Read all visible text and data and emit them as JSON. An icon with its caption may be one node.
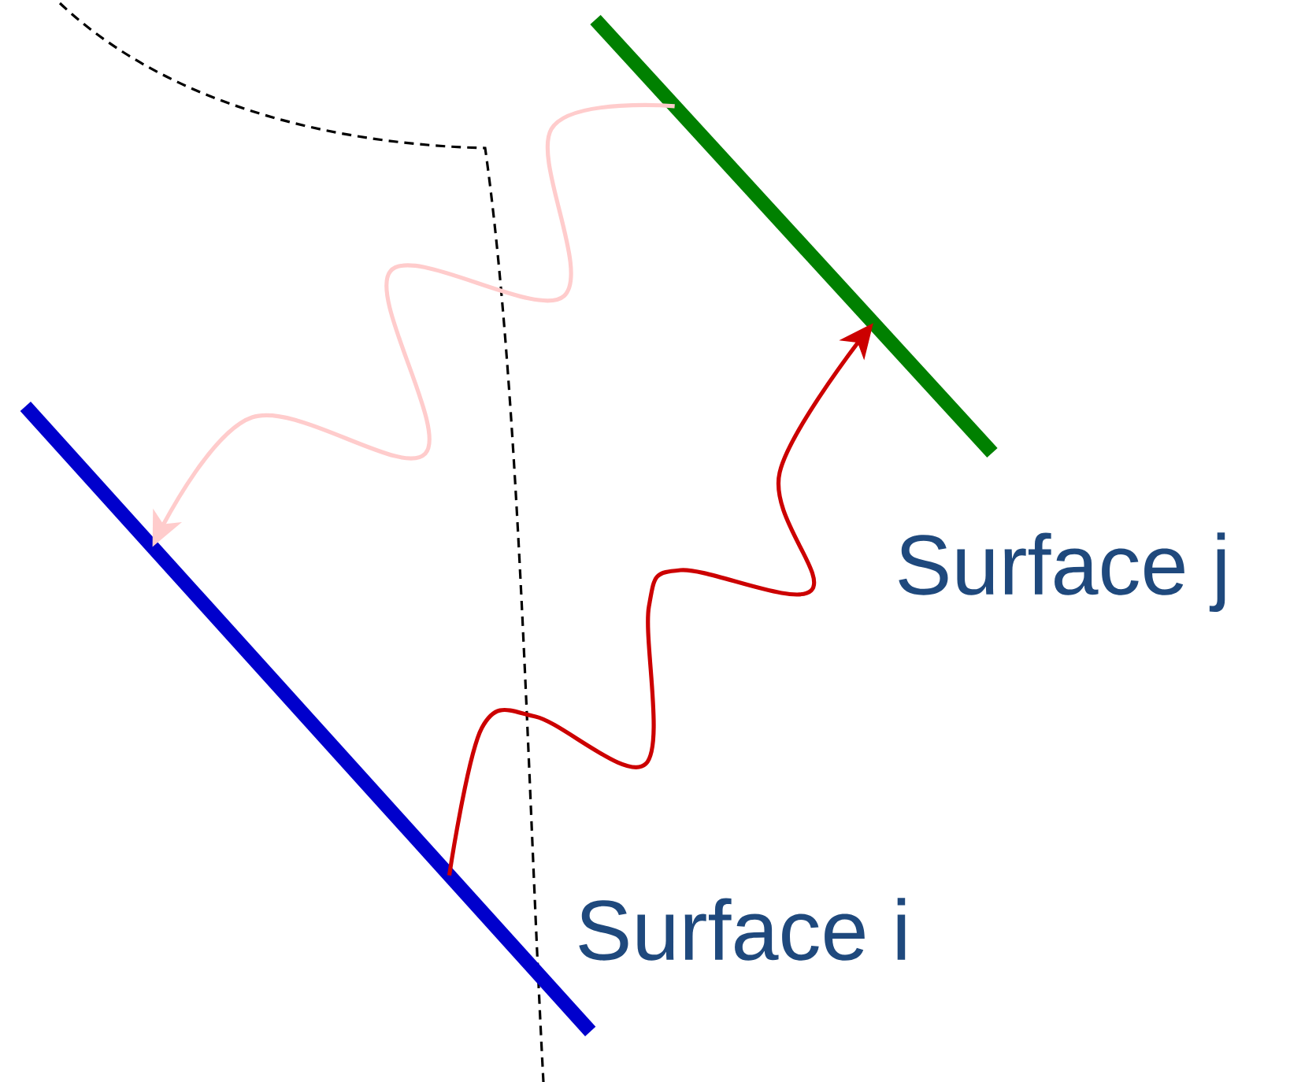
{
  "diagram": {
    "nodes": [
      {
        "text": [],
        "shape": "bar",
        "beside": [
          "Surface j"
        ]
      },
      {
        "text": [],
        "shape": "bar",
        "beside": [
          "Surface i"
        ]
      }
    ],
    "edges": [
      {
        "from": 0,
        "to": 1,
        "arrow": "to",
        "color": "#ffcccc"
      },
      {
        "from": 1,
        "to": 0,
        "arrow": "to",
        "color": "#cc0000"
      }
    ]
  }
}
